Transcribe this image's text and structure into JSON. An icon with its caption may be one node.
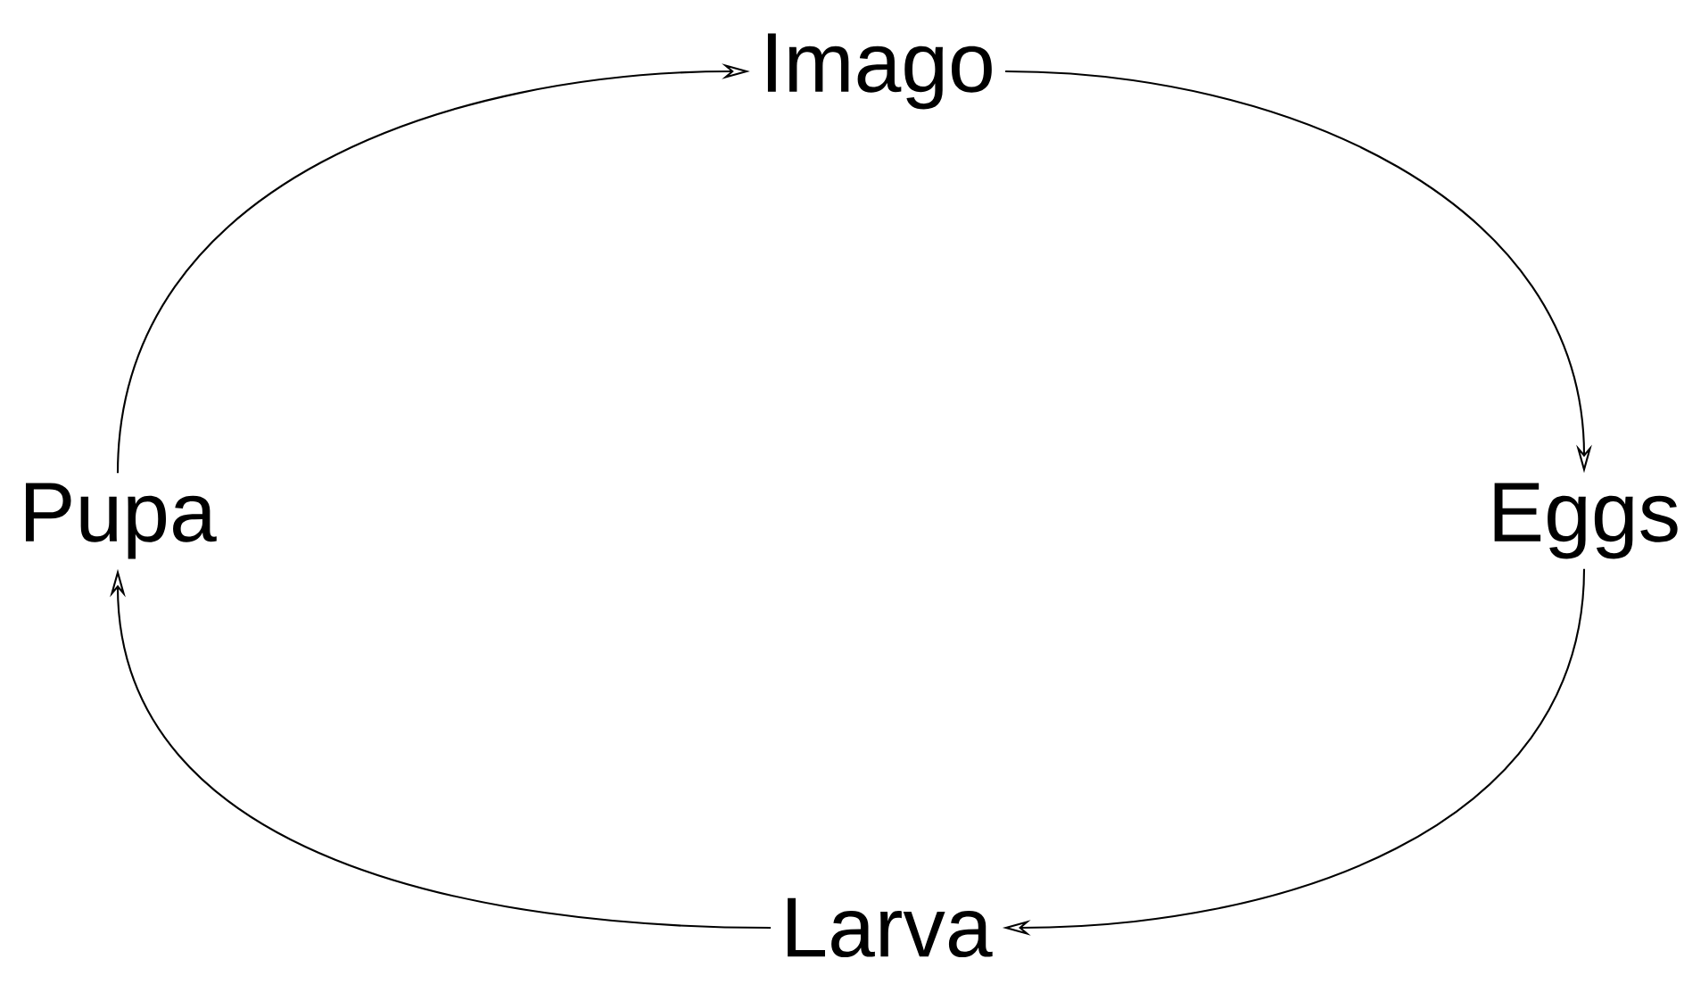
{
  "diagram": {
    "nodes": [
      {
        "text": [
          "Imago"
        ]
      },
      {
        "text": [
          "Eggs"
        ]
      },
      {
        "text": [
          "Larva"
        ]
      },
      {
        "text": [
          "Pupa"
        ]
      }
    ],
    "edges": [
      {
        "from": 3,
        "to": 0,
        "arrow": "to"
      },
      {
        "from": 0,
        "to": 1,
        "arrow": "to"
      },
      {
        "from": 1,
        "to": 2,
        "arrow": "to"
      },
      {
        "from": 2,
        "to": 3,
        "arrow": "to"
      }
    ]
  }
}
